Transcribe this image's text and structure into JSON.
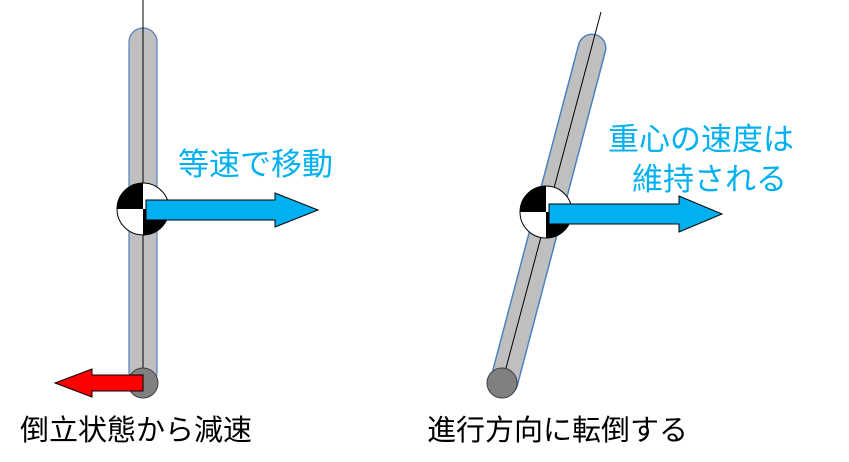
{
  "left_panel": {
    "motion_label": "等速で移動",
    "caption": "倒立状態から減速"
  },
  "right_panel": {
    "motion_label_line1": "重心の速度は",
    "motion_label_line2": "維持される",
    "caption": "進行方向に転倒する"
  },
  "colors": {
    "velocity_arrow": "#00b0f0",
    "decel_arrow": "#ff0000",
    "pole": "#bfbfbf",
    "pole_edge": "#4f81bd",
    "wheel": "#808080"
  }
}
